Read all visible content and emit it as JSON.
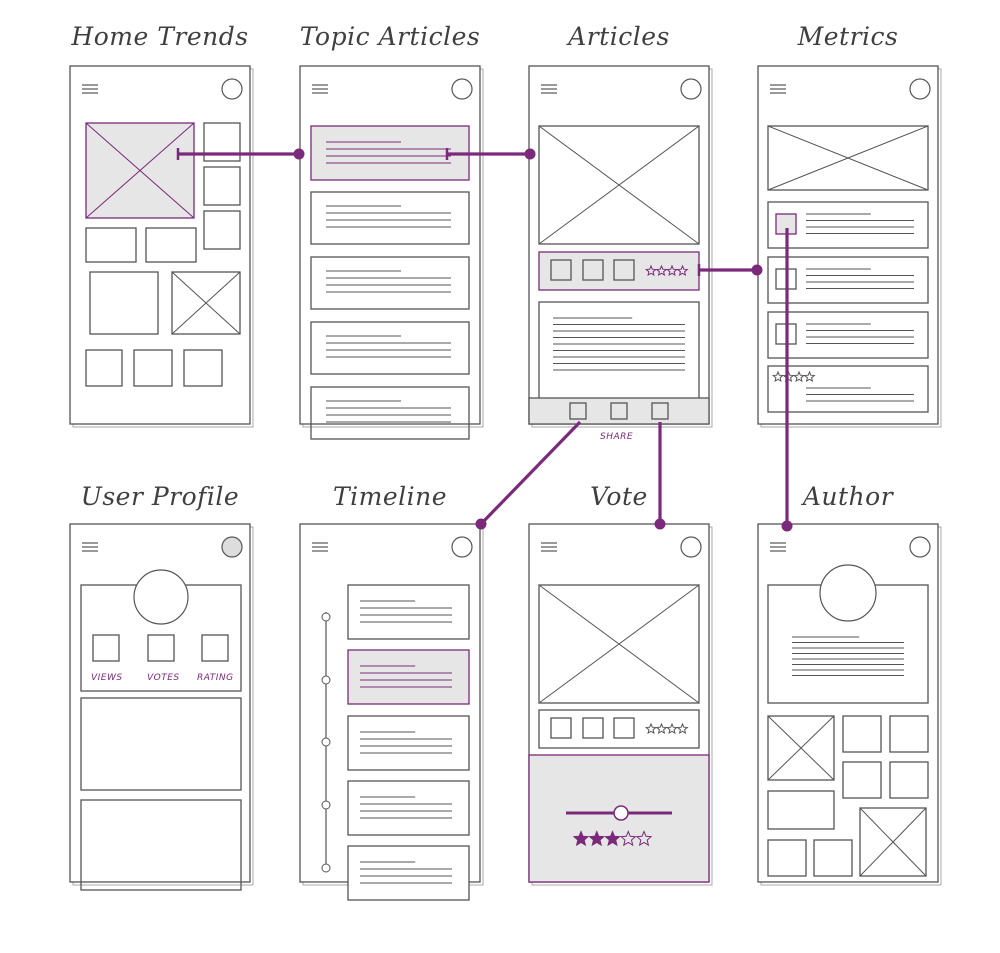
{
  "colors": {
    "ink": "#555555",
    "accent": "#7b2a7b",
    "highlight_fill": "#e6e6e6"
  },
  "screens": [
    {
      "id": "home",
      "title": "Home Trends"
    },
    {
      "id": "topic",
      "title": "Topic Articles"
    },
    {
      "id": "articles",
      "title": "Articles"
    },
    {
      "id": "metrics",
      "title": "Metrics"
    },
    {
      "id": "profile",
      "title": "User Profile"
    },
    {
      "id": "timeline",
      "title": "Timeline"
    },
    {
      "id": "vote",
      "title": "Vote"
    },
    {
      "id": "author",
      "title": "Author"
    }
  ],
  "labels": {
    "share": "SHARE",
    "views": "VIEWS",
    "votes": "VOTES",
    "rating": "RATING"
  },
  "icons": {
    "menu": "hamburger-menu-icon",
    "profile": "profile-circle-icon",
    "image": "image-placeholder-icon",
    "star": "star-icon"
  }
}
